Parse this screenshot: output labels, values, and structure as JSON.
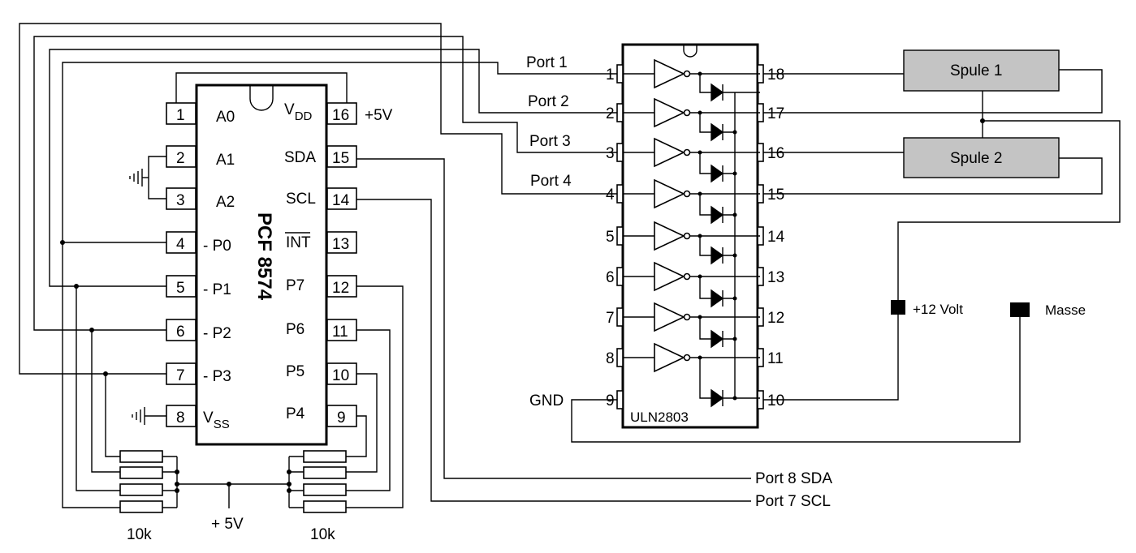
{
  "pcf": {
    "name": "PCF 8574",
    "pins_left": [
      {
        "num": "1",
        "label": "A0"
      },
      {
        "num": "2",
        "label": "A1"
      },
      {
        "num": "3",
        "label": "A2"
      },
      {
        "num": "4",
        "label": "- P0"
      },
      {
        "num": "5",
        "label": "- P1"
      },
      {
        "num": "6",
        "label": "- P2"
      },
      {
        "num": "7",
        "label": "- P3"
      },
      {
        "num": "8",
        "label": "V",
        "sub": "SS"
      }
    ],
    "pins_right": [
      {
        "num": "16",
        "label": "V",
        "sub": "DD"
      },
      {
        "num": "15",
        "label": "SDA"
      },
      {
        "num": "14",
        "label": "SCL"
      },
      {
        "num": "13",
        "label": "INT"
      },
      {
        "num": "12",
        "label": "P7"
      },
      {
        "num": "11",
        "label": "P6"
      },
      {
        "num": "10",
        "label": "P5"
      },
      {
        "num": "9",
        "label": "P4"
      }
    ],
    "supply_label": "+5V"
  },
  "uln": {
    "name": "ULN2803",
    "pins_left": [
      "1",
      "2",
      "3",
      "4",
      "5",
      "6",
      "7",
      "8",
      "9"
    ],
    "pins_right": [
      "18",
      "17",
      "16",
      "15",
      "14",
      "13",
      "12",
      "11",
      "10"
    ],
    "gnd_label": "GND"
  },
  "ports": [
    "Port 1",
    "Port 2",
    "Port 3",
    "Port 4"
  ],
  "bus_labels": {
    "sda": "Port 8 SDA",
    "scl": "Port 7 SCL"
  },
  "coils": {
    "coil1": "Spule 1",
    "coil2": "Spule 2"
  },
  "terminals": {
    "plus12": "+12 Volt",
    "ground": "Masse"
  },
  "resistors": {
    "left_value": "10k",
    "right_value": "10k",
    "supply_label": "+ 5V"
  }
}
